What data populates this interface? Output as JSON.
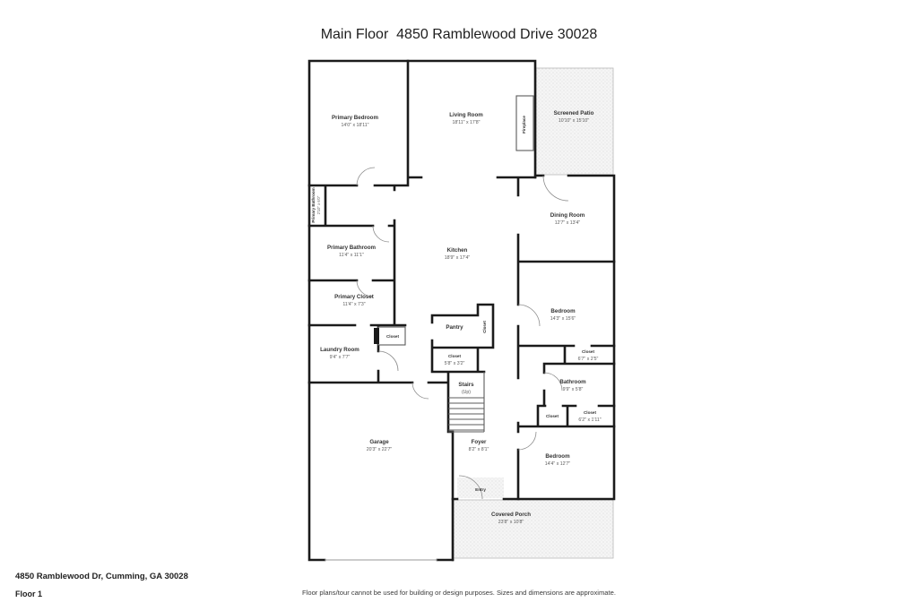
{
  "title": "Main Floor  4850 Ramblewood Drive 30028",
  "footer": {
    "address": "4850 Ramblewood Dr, Cumming, GA 30028",
    "floor_label": "Floor 1",
    "disclaimer": "Floor plans/tour cannot be used for building or design purposes. Sizes and dimensions are approximate."
  },
  "colors": {
    "wall": "#1b1b1b",
    "thin_line": "#9a9a9a",
    "label": "#333333",
    "texture_dot": "#c6c6c6",
    "texture_bg": "#f5f5f5"
  },
  "rooms": {
    "primary_bedroom": {
      "name": "Primary Bedroom",
      "dims": "14'0\" x 18'11\""
    },
    "living_room": {
      "name": "Living Room",
      "dims": "18'11\" x 17'8\""
    },
    "fireplace": {
      "name": "Fireplace"
    },
    "screened_patio": {
      "name": "Screened Patio",
      "dims": "10'10\" x 15'10\""
    },
    "primary_bathroom_small": {
      "name": "Primary Bathroom",
      "dims": "2'10\" x 6'0\""
    },
    "primary_bathroom": {
      "name": "Primary Bathroom",
      "dims": "11'4\" x 11'1\""
    },
    "dining_room": {
      "name": "Dining Room",
      "dims": "12'7\" x 13'4\""
    },
    "kitchen": {
      "name": "Kitchen",
      "dims": "18'9\" x 17'4\""
    },
    "primary_closet": {
      "name": "Primary Closet",
      "dims": "11'4\" x 7'3\""
    },
    "bedroom_right": {
      "name": "Bedroom",
      "dims": "14'3\" x 15'6\""
    },
    "laundry_room": {
      "name": "Laundry Room",
      "dims": "9'4\" x 7'7\""
    },
    "closet_laundry": {
      "name": "Closet"
    },
    "pantry": {
      "name": "Pantry"
    },
    "closet_vertical": {
      "name": "Closet"
    },
    "closet_hall": {
      "name": "Closet",
      "dims": "5'8\" x 3'2\""
    },
    "closet_bedroom1": {
      "name": "Closet",
      "dims": "6'7\" x 2'5\""
    },
    "bathroom": {
      "name": "Bathroom",
      "dims": "9'9\" x 5'8\""
    },
    "stairs": {
      "name": "Stairs",
      "dims": "(Up)"
    },
    "closet_small": {
      "name": "Closet"
    },
    "closet_hall2": {
      "name": "Closet",
      "dims": "6'2\" x 1'11\""
    },
    "garage": {
      "name": "Garage",
      "dims": "20'3\" x 22'7\""
    },
    "foyer": {
      "name": "Foyer",
      "dims": "8'2\" x 8'1\""
    },
    "bedroom_bottom": {
      "name": "Bedroom",
      "dims": "14'4\" x 12'7\""
    },
    "entry": {
      "name": "Entry"
    },
    "covered_porch": {
      "name": "Covered Porch",
      "dims": "23'8\" x 10'8\""
    }
  }
}
